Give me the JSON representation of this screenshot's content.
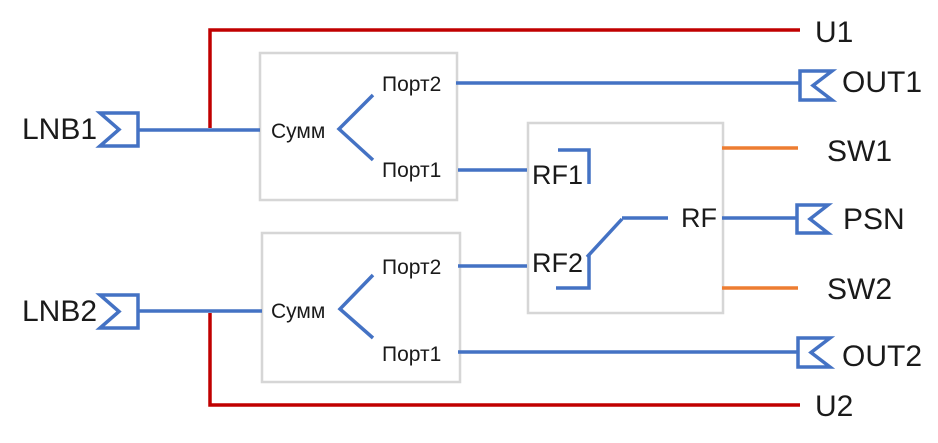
{
  "diagram": {
    "type": "block-wiring-diagram",
    "colors": {
      "signal_blue": "#4472C4",
      "power_red": "#C00000",
      "control_orange": "#ED7D31",
      "box_border_gray": "#D6D6D6",
      "text": "#1a1a1a"
    },
    "inputs": {
      "lnb1": "LNB1",
      "lnb2": "LNB2"
    },
    "terminals": {
      "u1": "U1",
      "out1": "OUT1",
      "sw1": "SW1",
      "psn": "PSN",
      "sw2": "SW2",
      "out2": "OUT2",
      "u2": "U2"
    },
    "combiner1": {
      "label": "Сумм",
      "port2": "Порт2",
      "port1": "Порт1"
    },
    "combiner2": {
      "label": "Сумм",
      "port2": "Порт2",
      "port1": "Порт1"
    },
    "switch_block": {
      "input1": "RF1",
      "input2": "RF2",
      "output": "RF"
    }
  }
}
